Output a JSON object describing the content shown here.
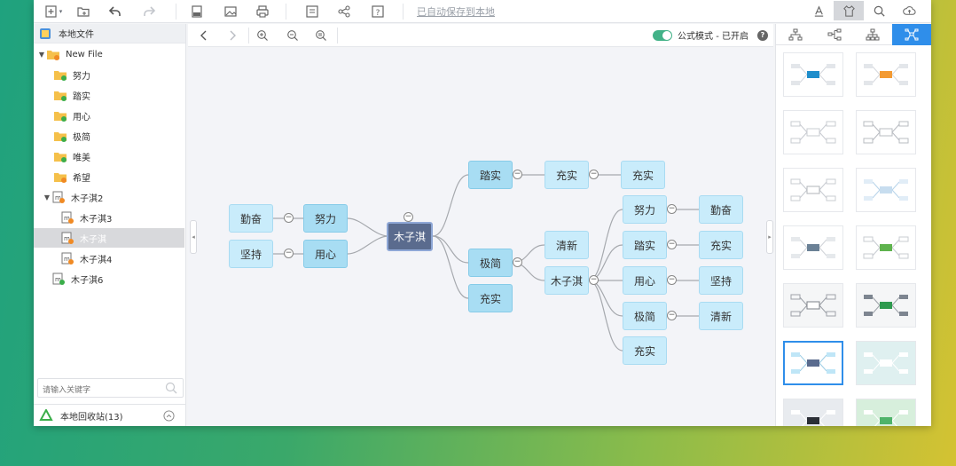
{
  "toolbar": {
    "autosave_text": "已自动保存到本地",
    "icons": [
      "new-file-icon",
      "open-folder-icon",
      "undo-icon",
      "redo-icon",
      "export-image-icon",
      "image-icon",
      "print-icon",
      "note-icon",
      "share-icon",
      "help-icon"
    ],
    "right_icons": [
      "text-style-icon",
      "theme-icon",
      "search-icon",
      "cloud-icon"
    ]
  },
  "sidebar": {
    "title": "本地文件",
    "items": [
      {
        "label": "New File",
        "level": 0,
        "type": "folder",
        "expanded": true
      },
      {
        "label": "努力",
        "level": 1,
        "type": "folder"
      },
      {
        "label": "踏实",
        "level": 1,
        "type": "folder"
      },
      {
        "label": "用心",
        "level": 1,
        "type": "folder"
      },
      {
        "label": "极简",
        "level": 1,
        "type": "folder"
      },
      {
        "label": "唯美",
        "level": 1,
        "type": "folder"
      },
      {
        "label": "希望",
        "level": 1,
        "type": "folder"
      },
      {
        "label": "木子淇2",
        "level": 0,
        "type": "file",
        "expanded": true
      },
      {
        "label": "木子淇3",
        "level": 1,
        "type": "file"
      },
      {
        "label": "木子淇",
        "level": 1,
        "type": "file",
        "selected": true
      },
      {
        "label": "木子淇4",
        "level": 1,
        "type": "file"
      },
      {
        "label": "木子淇6",
        "level": 0,
        "type": "file"
      }
    ],
    "search_placeholder": "请输入关键字",
    "recycle_label": "本地回收站(13)"
  },
  "canvas": {
    "formula_label": "公式模式 - 已开启",
    "formula_on": true,
    "nodes": {
      "root": "木子淇",
      "l_nuli": "努力",
      "l_qinfen": "勤奋",
      "l_yongxin": "用心",
      "l_jianchi": "坚持",
      "r_tashi": "踏实",
      "r_chongshi1": "充实",
      "r_chongshi2": "充实",
      "r_jijian": "极简",
      "r_qingxin": "清新",
      "r_muziqi": "木子淇",
      "r_chongshi3": "充实",
      "m_nuli": "努力",
      "m_qinfen": "勤奋",
      "m_tashi": "踏实",
      "m_chongshi": "充实",
      "m_yongxin": "用心",
      "m_jianchi": "坚持",
      "m_jijian": "极简",
      "m_qingxin": "清新",
      "m_chongshi2": "充实"
    }
  },
  "theme_panel": {
    "tabs": [
      "layout-tree-icon",
      "layout-logic-icon",
      "layout-org-icon",
      "layout-mindmap-icon"
    ],
    "active_tab": 3,
    "accent": "#2f8eea"
  },
  "colors": {
    "node_fill": "#c9ecfb",
    "node_level1": "#a8ddf3",
    "root_fill": "#5a6b8e",
    "toggle_on": "#43b288"
  }
}
